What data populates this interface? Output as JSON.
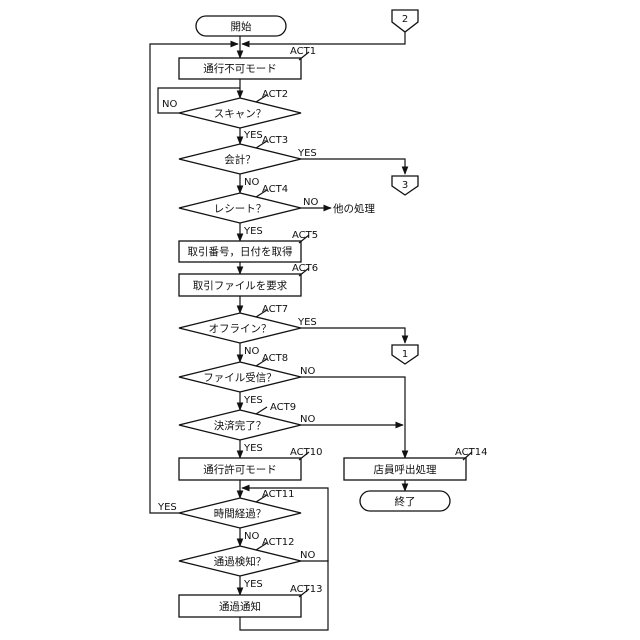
{
  "diagram": {
    "start": "開始",
    "end": "終了",
    "connectors": {
      "top_right": "2",
      "to_3": "3",
      "to_1": "1"
    },
    "steps": {
      "act1": {
        "tag": "ACT1",
        "label": "通行不可モード"
      },
      "act2": {
        "tag": "ACT2",
        "label": "スキャン？"
      },
      "act3": {
        "tag": "ACT3",
        "label": "会計？"
      },
      "act4": {
        "tag": "ACT4",
        "label": "レシート？"
      },
      "act5": {
        "tag": "ACT5",
        "label": "取引番号，日付を取得"
      },
      "act6": {
        "tag": "ACT6",
        "label": "取引ファイルを要求"
      },
      "act7": {
        "tag": "ACT7",
        "label": "オフライン？"
      },
      "act8": {
        "tag": "ACT8",
        "label": "ファイル受信？"
      },
      "act9": {
        "tag": "ACT9",
        "label": "決済完了？"
      },
      "act10": {
        "tag": "ACT10",
        "label": "通行許可モード"
      },
      "act11": {
        "tag": "ACT11",
        "label": "時間経過？"
      },
      "act12": {
        "tag": "ACT12",
        "label": "通過検知？"
      },
      "act13": {
        "tag": "ACT13",
        "label": "通過通知"
      },
      "act14": {
        "tag": "ACT14",
        "label": "店員呼出処理"
      }
    },
    "other_process": "他の処理",
    "branch_labels": {
      "yes": "YES",
      "no": "NO"
    }
  }
}
